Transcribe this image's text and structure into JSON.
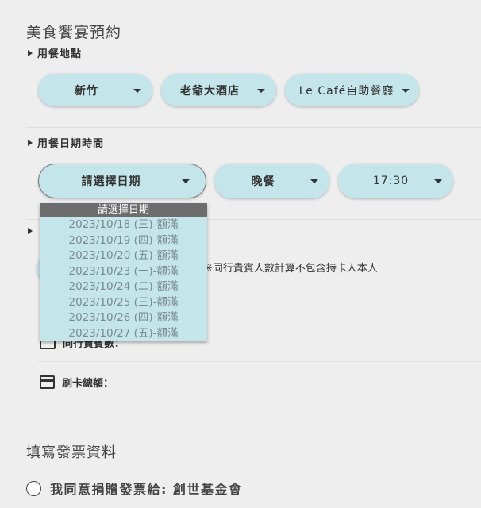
{
  "title": "美食饗宴預約",
  "location": {
    "label": "用餐地點",
    "city": "新竹",
    "hotel": "老爺大酒店",
    "restaurant": "Le Café自助餐廳"
  },
  "datetime": {
    "label": "用餐日期時間",
    "date": "請選擇日期",
    "meal": "晚餐",
    "time": "17:30"
  },
  "date_dropdown": {
    "header": "請選擇日期",
    "options": [
      "2023/10/18 (三)-額滿",
      "2023/10/19 (四)-額滿",
      "2023/10/20 (五)-額滿",
      "2023/10/23 (一)-額滿",
      "2023/10/24 (二)-額滿",
      "2023/10/25 (三)-額滿",
      "2023/10/26 (四)-額滿",
      "2023/10/27 (五)-額滿"
    ]
  },
  "guests": {
    "note": "※同行貴賓人數計算不包含持卡人本人",
    "guest_count_label": "同行貴賓數：",
    "total_label": "刷卡總額："
  },
  "invoice": {
    "title": "填寫發票資料",
    "donate_label": "我同意捐贈發票給: 創世基金會"
  }
}
